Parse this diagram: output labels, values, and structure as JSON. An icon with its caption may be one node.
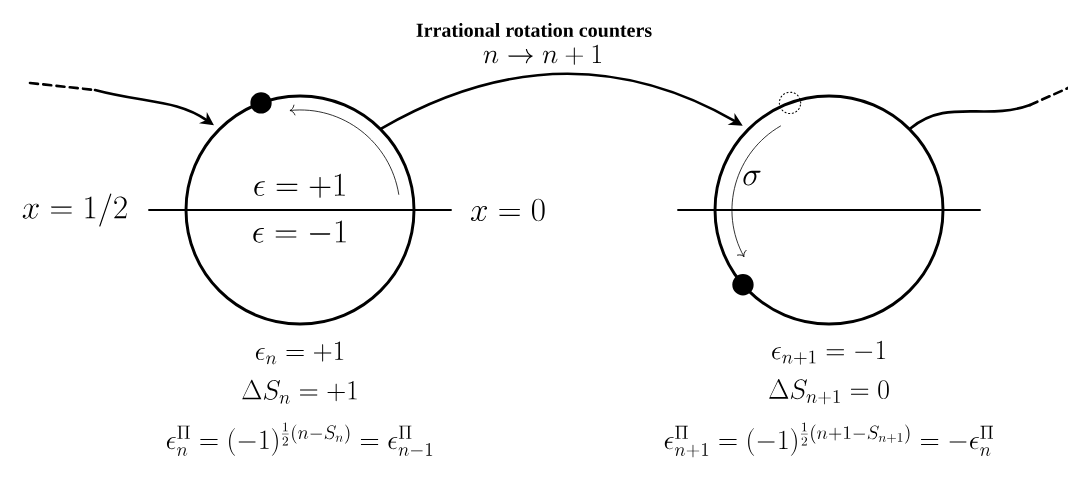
{
  "diagram": {
    "title": "Irrational rotation counters",
    "nodes": [
      {
        "text": [
          "\\epsilon = +1",
          "\\epsilon = -1"
        ],
        "beside": [
          "\\epsilon_n = +1",
          "\\Delta S_n = +1",
          "\\epsilon_n^\\Pi = (-1)^{\\frac{1}{2}(n-S_n)} = \\epsilon_{n-1}^\\Pi"
        ]
      },
      {
        "text": [
          "\\sigma"
        ],
        "beside": [
          "\\epsilon_{n+1} = -1",
          "\\Delta S_{n+1} = 0",
          "\\epsilon_{n+1}^\\Pi = (-1)^{\\frac{1}{2}(n+1-S_{n+1})} = -\\epsilon_n^\\Pi"
        ]
      }
    ],
    "edges": [
      {
        "from": null,
        "to": 0,
        "arrow": "to"
      },
      {
        "from": 0,
        "to": 1,
        "arrow": "to",
        "label": "n \\to n+1"
      },
      {
        "from": 1,
        "to": null,
        "arrow": "none"
      }
    ],
    "labels": [
      "x = 1/2",
      "x = 0"
    ]
  }
}
